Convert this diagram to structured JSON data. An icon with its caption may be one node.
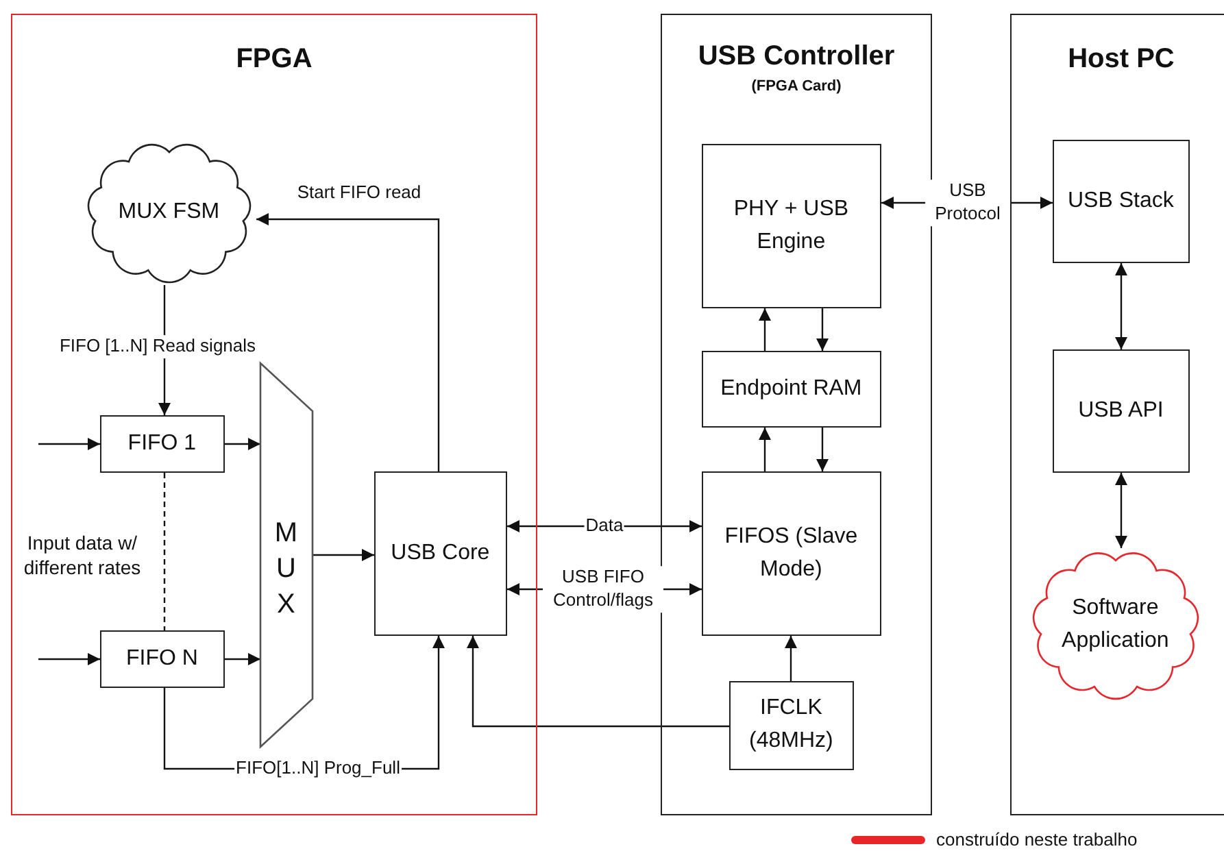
{
  "diagram": {
    "nodes": [
      {
        "text": [
          "FPGA"
        ]
      },
      {
        "text": [
          "MUX FSM"
        ],
        "in": 0
      },
      {
        "text": [
          "FIFO 1"
        ],
        "in": 0
      },
      {
        "text": [
          "FIFO N"
        ],
        "in": 0
      },
      {
        "text": [
          "MUX"
        ],
        "in": 0
      },
      {
        "text": [
          "USB Core"
        ],
        "in": 0
      },
      {
        "text": [
          "USB Controller",
          "(FPGA Card)"
        ]
      },
      {
        "text": [
          "PHY + USB Engine"
        ],
        "in": 6
      },
      {
        "text": [
          "Endpoint RAM"
        ],
        "in": 6
      },
      {
        "text": [
          "FIFOS (Slave Mode)"
        ],
        "in": 6
      },
      {
        "text": [
          "IFCLK (48MHz)"
        ],
        "in": 6
      },
      {
        "text": [
          "Host PC"
        ]
      },
      {
        "text": [
          "USB Stack"
        ],
        "in": 11
      },
      {
        "text": [
          "USB API"
        ],
        "in": 11
      },
      {
        "text": [
          "Software Application"
        ],
        "in": 11
      }
    ],
    "edges": [
      {
        "from": 5,
        "to": 1,
        "arrow": "to",
        "label": "Start FIFO read"
      },
      {
        "from": 1,
        "to": 2,
        "arrow": "to",
        "label": "FIFO [1..N] Read signals"
      },
      {
        "from": null,
        "to": 2,
        "arrow": "to"
      },
      {
        "from": null,
        "to": 3,
        "arrow": "to"
      },
      {
        "from": 2,
        "to": 3,
        "arrow": "none",
        "style": "dashed"
      },
      {
        "from": 2,
        "to": 4,
        "arrow": "to"
      },
      {
        "from": 3,
        "to": 4,
        "arrow": "to"
      },
      {
        "from": 4,
        "to": 5,
        "arrow": "to"
      },
      {
        "from": 3,
        "to": 5,
        "arrow": "to",
        "label": "FIFO[1..N] Prog_Full"
      },
      {
        "from": 5,
        "to": 9,
        "arrow": "both",
        "label": "Data"
      },
      {
        "from": 5,
        "to": 9,
        "arrow": "both",
        "label": "USB FIFO Control/flags"
      },
      {
        "from": 10,
        "to": 5,
        "arrow": "to"
      },
      {
        "from": 7,
        "to": 12,
        "arrow": "both",
        "label": "USB Protocol"
      },
      {
        "from": 8,
        "to": 7,
        "arrow": "to"
      },
      {
        "from": 7,
        "to": 8,
        "arrow": "to"
      },
      {
        "from": 9,
        "to": 8,
        "arrow": "to"
      },
      {
        "from": 8,
        "to": 9,
        "arrow": "to"
      },
      {
        "from": 10,
        "to": 9,
        "arrow": "to"
      },
      {
        "from": 12,
        "to": 13,
        "arrow": "both"
      },
      {
        "from": 13,
        "to": 14,
        "arrow": "both"
      }
    ],
    "labels": [
      "Input data w/ different rates"
    ],
    "legend": [
      {
        "text": "construído neste trabalho"
      }
    ]
  }
}
